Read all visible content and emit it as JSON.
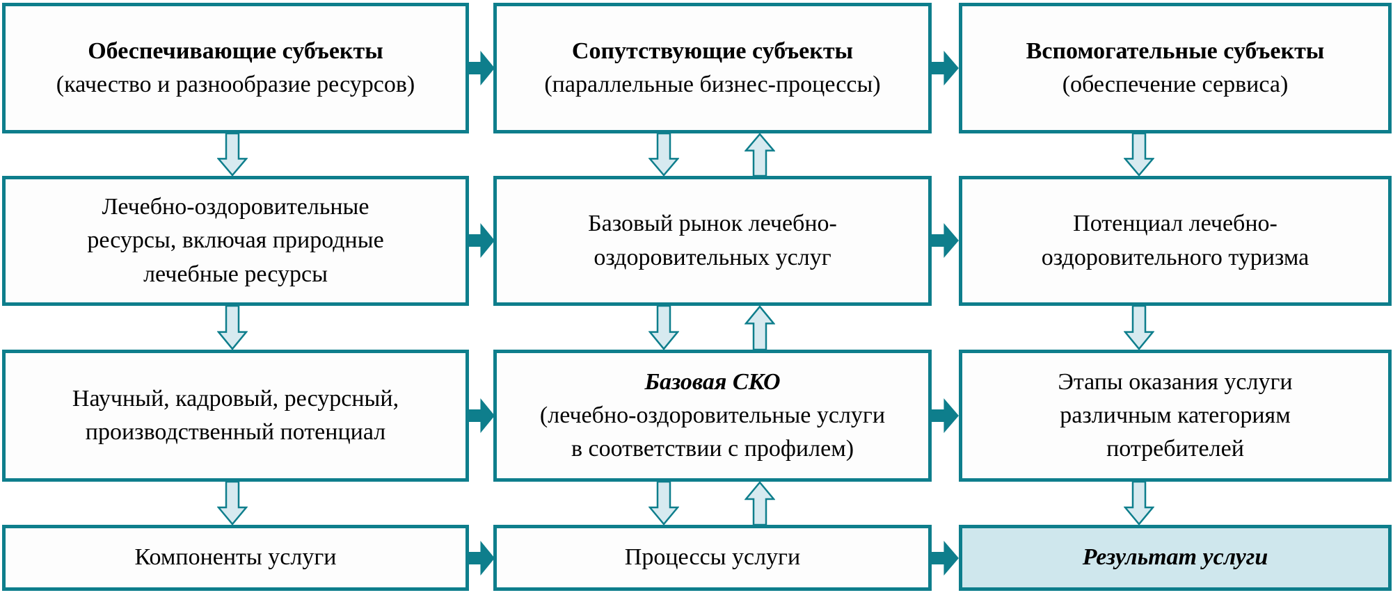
{
  "colors": {
    "teal": "#0e7e8c",
    "arrow_fill": "#d7eaf0",
    "box_bg": "#fdfdfd",
    "result_bg": "#cfe7ed",
    "text": "#000000"
  },
  "boxes": {
    "r1c1": {
      "title": "Обеспечивающие субъекты",
      "subtitle": "(качество и разнообразие ресурсов)"
    },
    "r1c2": {
      "title": "Сопутствующие субъекты",
      "subtitle": "(параллельные бизнес-процессы)"
    },
    "r1c3": {
      "title": "Вспомогательные субъекты",
      "subtitle": "(обеспечение сервиса)"
    },
    "r2c1": {
      "lines": [
        "Лечебно-оздоровительные",
        "ресурсы, включая природные",
        "лечебные ресурсы"
      ]
    },
    "r2c2": {
      "lines": [
        "Базовый рынок лечебно-",
        "оздоровительных услуг"
      ]
    },
    "r2c3": {
      "lines": [
        "Потенциал лечебно-",
        "оздоровительного туризма"
      ]
    },
    "r3c1": {
      "lines": [
        "Научный, кадровый, ресурсный,",
        "производственный потенциал"
      ]
    },
    "r3c2": {
      "title": "Базовая СКО",
      "lines": [
        "(лечебно-оздоровительные услуги",
        "в соответствии с профилем)"
      ]
    },
    "r3c3": {
      "lines": [
        "Этапы оказания услуги",
        "различным категориям",
        "потребителей"
      ]
    },
    "r4c1": {
      "text": "Компоненты услуги"
    },
    "r4c2": {
      "text": "Процессы услуги"
    },
    "r4c3": {
      "text": "Результат услуги"
    }
  }
}
